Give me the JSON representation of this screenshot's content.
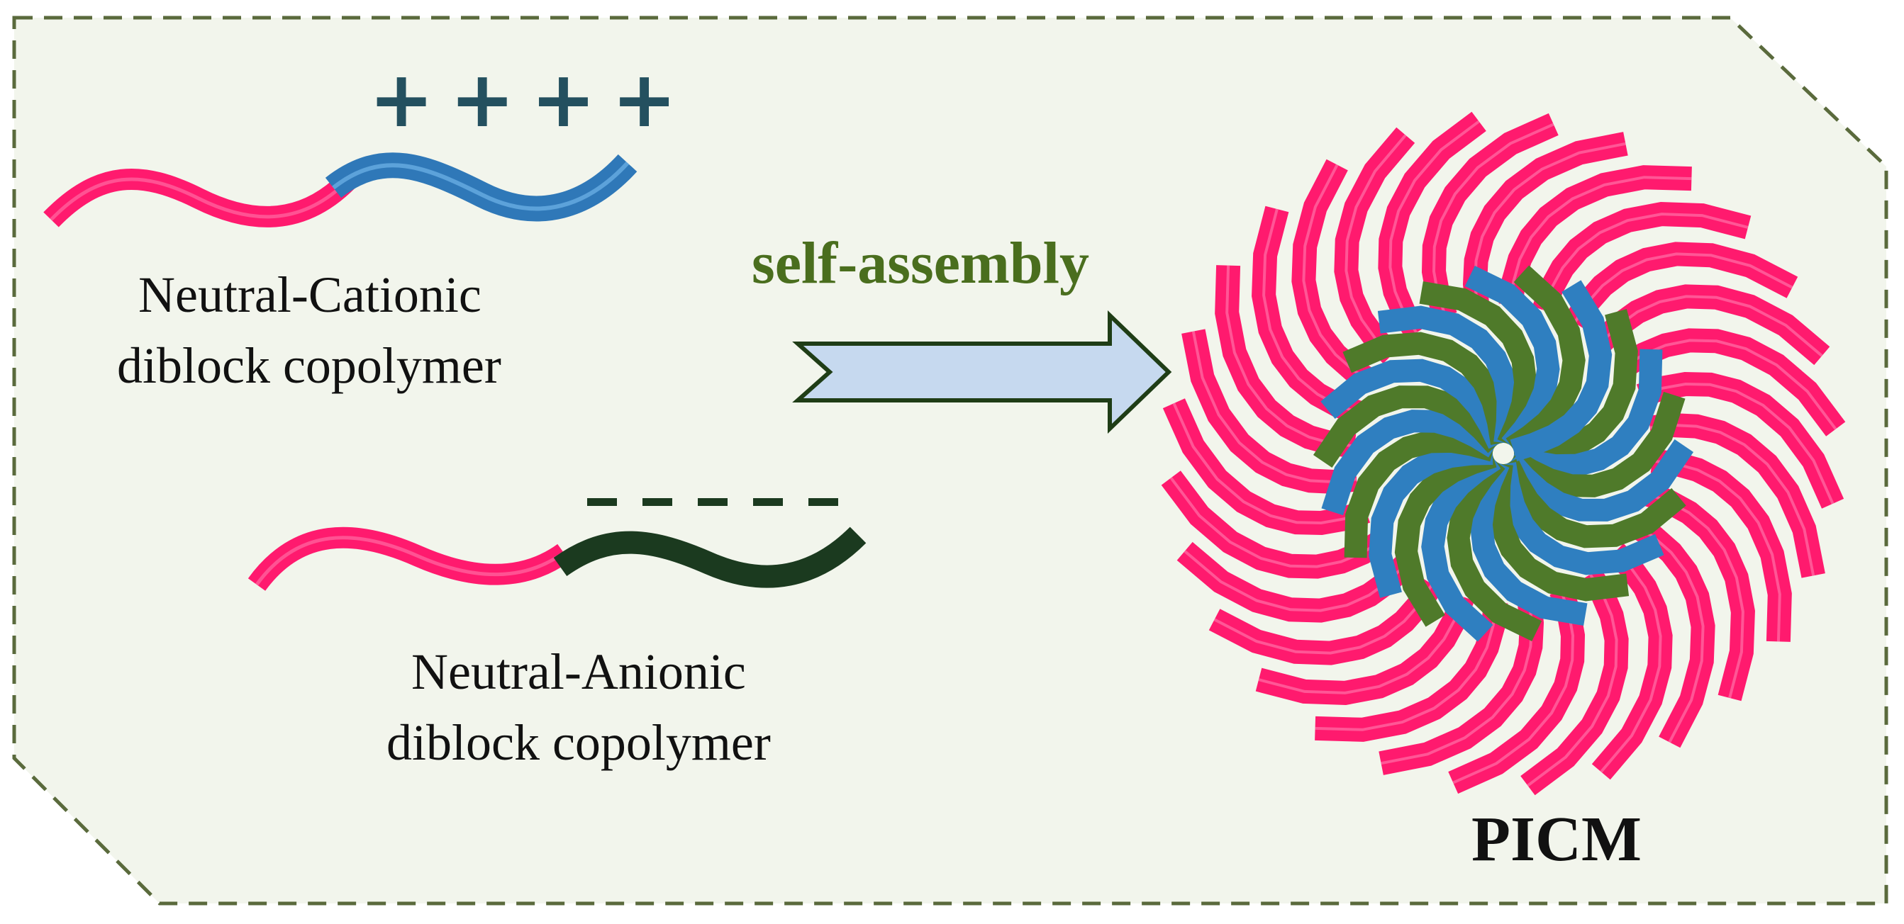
{
  "colors": {
    "background": "#f2f5ec",
    "border": "#5a6a3c",
    "neutral_block": "#ff1a6e",
    "cationic_block": "#2f78b8",
    "anionic_block": "#1b3a1f",
    "core_anionic": "#4f7a2a",
    "core_cationic": "#2f7fc0",
    "charge_marks": "#24505f",
    "arrow_fill": "#c6d9ef",
    "arrow_stroke": "#1f3d16",
    "arrow_label": "#4a6e1e"
  },
  "cationic_copolymer": {
    "charges": "++++",
    "label_line1": "Neutral-Cationic",
    "label_line2": "diblock copolymer"
  },
  "anionic_copolymer": {
    "charges": "- - - - -",
    "label_line1": "Neutral-Anionic",
    "label_line2": "diblock copolymer"
  },
  "process": {
    "label": "self-assembly"
  },
  "micelle": {
    "label": "PICM",
    "corona_chains": 28,
    "core_chains": 22
  }
}
